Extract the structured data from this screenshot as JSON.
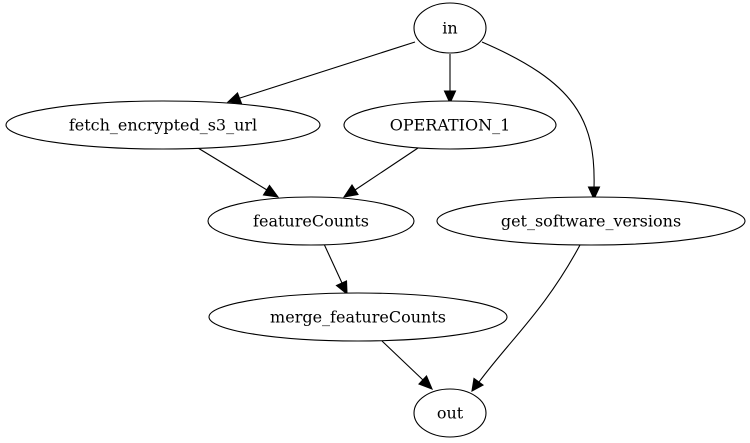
{
  "diagram": {
    "nodes": [
      {
        "id": "in",
        "label": "in"
      },
      {
        "id": "fetch_encrypted_s3_url",
        "label": "fetch_encrypted_s3_url"
      },
      {
        "id": "OPERATION_1",
        "label": "OPERATION_1"
      },
      {
        "id": "featureCounts",
        "label": "featureCounts"
      },
      {
        "id": "get_software_versions",
        "label": "get_software_versions"
      },
      {
        "id": "merge_featureCounts",
        "label": "merge_featureCounts"
      },
      {
        "id": "out",
        "label": "out"
      }
    ],
    "edges": [
      {
        "from": "in",
        "to": "fetch_encrypted_s3_url"
      },
      {
        "from": "in",
        "to": "OPERATION_1"
      },
      {
        "from": "in",
        "to": "get_software_versions"
      },
      {
        "from": "fetch_encrypted_s3_url",
        "to": "featureCounts"
      },
      {
        "from": "OPERATION_1",
        "to": "featureCounts"
      },
      {
        "from": "featureCounts",
        "to": "merge_featureCounts"
      },
      {
        "from": "merge_featureCounts",
        "to": "out"
      },
      {
        "from": "get_software_versions",
        "to": "out"
      }
    ]
  }
}
